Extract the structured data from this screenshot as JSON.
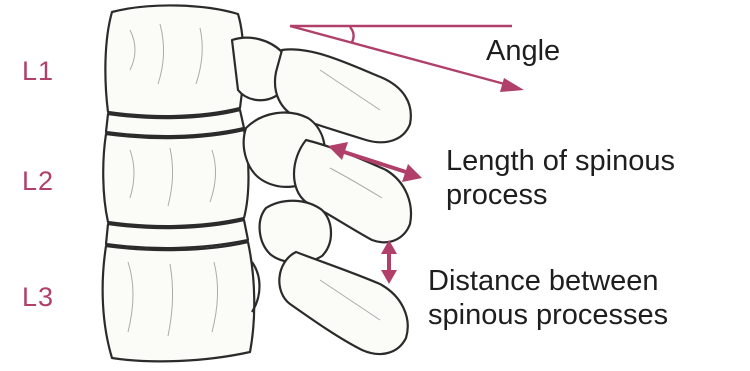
{
  "levels": {
    "l1": "L1",
    "l2": "L2",
    "l3": "L3"
  },
  "annotations": {
    "angle": "Angle",
    "length_line1": "Length of spinous",
    "length_line2": "process",
    "distance_line1": "Distance between",
    "distance_line2": "spinous processes"
  },
  "colors": {
    "accent": "#b0406a",
    "bone_fill": "#fbfbf8",
    "bone_outline": "#2b2b2b",
    "text": "#1e1e1e"
  }
}
